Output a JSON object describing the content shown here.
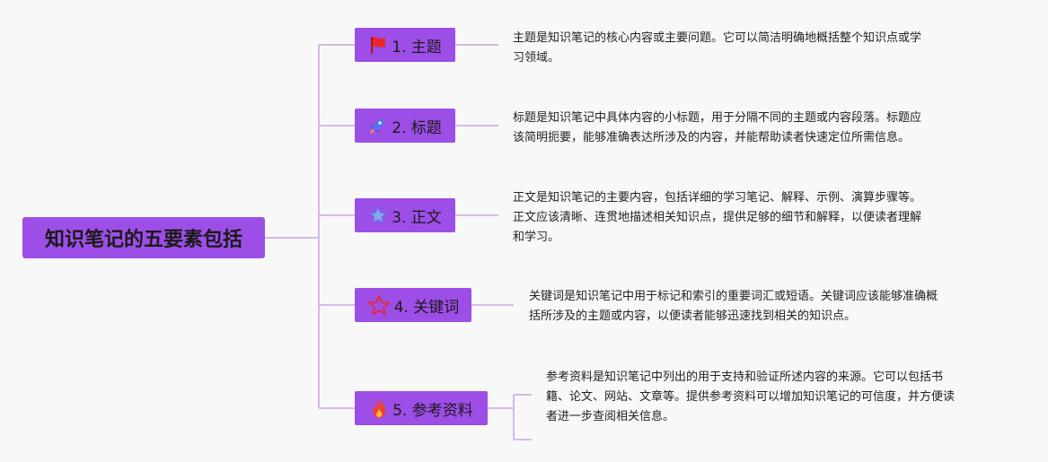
{
  "root": {
    "title": "知识笔记的五要素包括"
  },
  "branches": [
    {
      "label": "1. 主题",
      "icon": "red-flag-icon",
      "desc": [
        "主题是知识笔记的核心内容或主要问题。它可以简洁明确地概括整个知识点或学",
        "习领域。"
      ]
    },
    {
      "label": "2. 标题",
      "icon": "blue-rocket-icon",
      "desc": [
        "标题是知识笔记中具体内容的小标题，用于分隔不同的主题或内容段落。标题应",
        "该简明扼要，能够准确表达所涉及的内容，并能帮助读者快速定位所需信息。"
      ]
    },
    {
      "label": "3. 正文",
      "icon": "blue-star-icon",
      "desc": [
        "正文是知识笔记的主要内容，包括详细的学习笔记、解释、示例、演算步骤等。",
        "正文应该清晰、连贯地描述相关知识点，提供足够的细节和解释，以便读者理解",
        "和学习。"
      ]
    },
    {
      "label": "4. 关键词",
      "icon": "red-star-outline-icon",
      "desc": [
        "关键词是知识笔记中用于标记和索引的重要词汇或短语。关键词应该能够准确概",
        "括所涉及的主题或内容，以便读者能够迅速找到相关的知识点。"
      ]
    },
    {
      "label": "5. 参考资料",
      "icon": "fire-icon",
      "desc": [
        "参考资料是知识笔记中列出的用于支持和验证所述内容的来源。它可以包括书",
        "籍、论文、网站、文章等。提供参考资料可以增加知识笔记的可信度，并方便读",
        "者进一步查阅相关信息。"
      ]
    }
  ],
  "colors": {
    "node_fill": "#9d4ee6",
    "line": "#c9a6e6",
    "flag": "#e8262c",
    "rocket": "#4f76e8",
    "star": "#5b76e8",
    "star_outline": "#e8262c",
    "fire": "#f0412b"
  }
}
